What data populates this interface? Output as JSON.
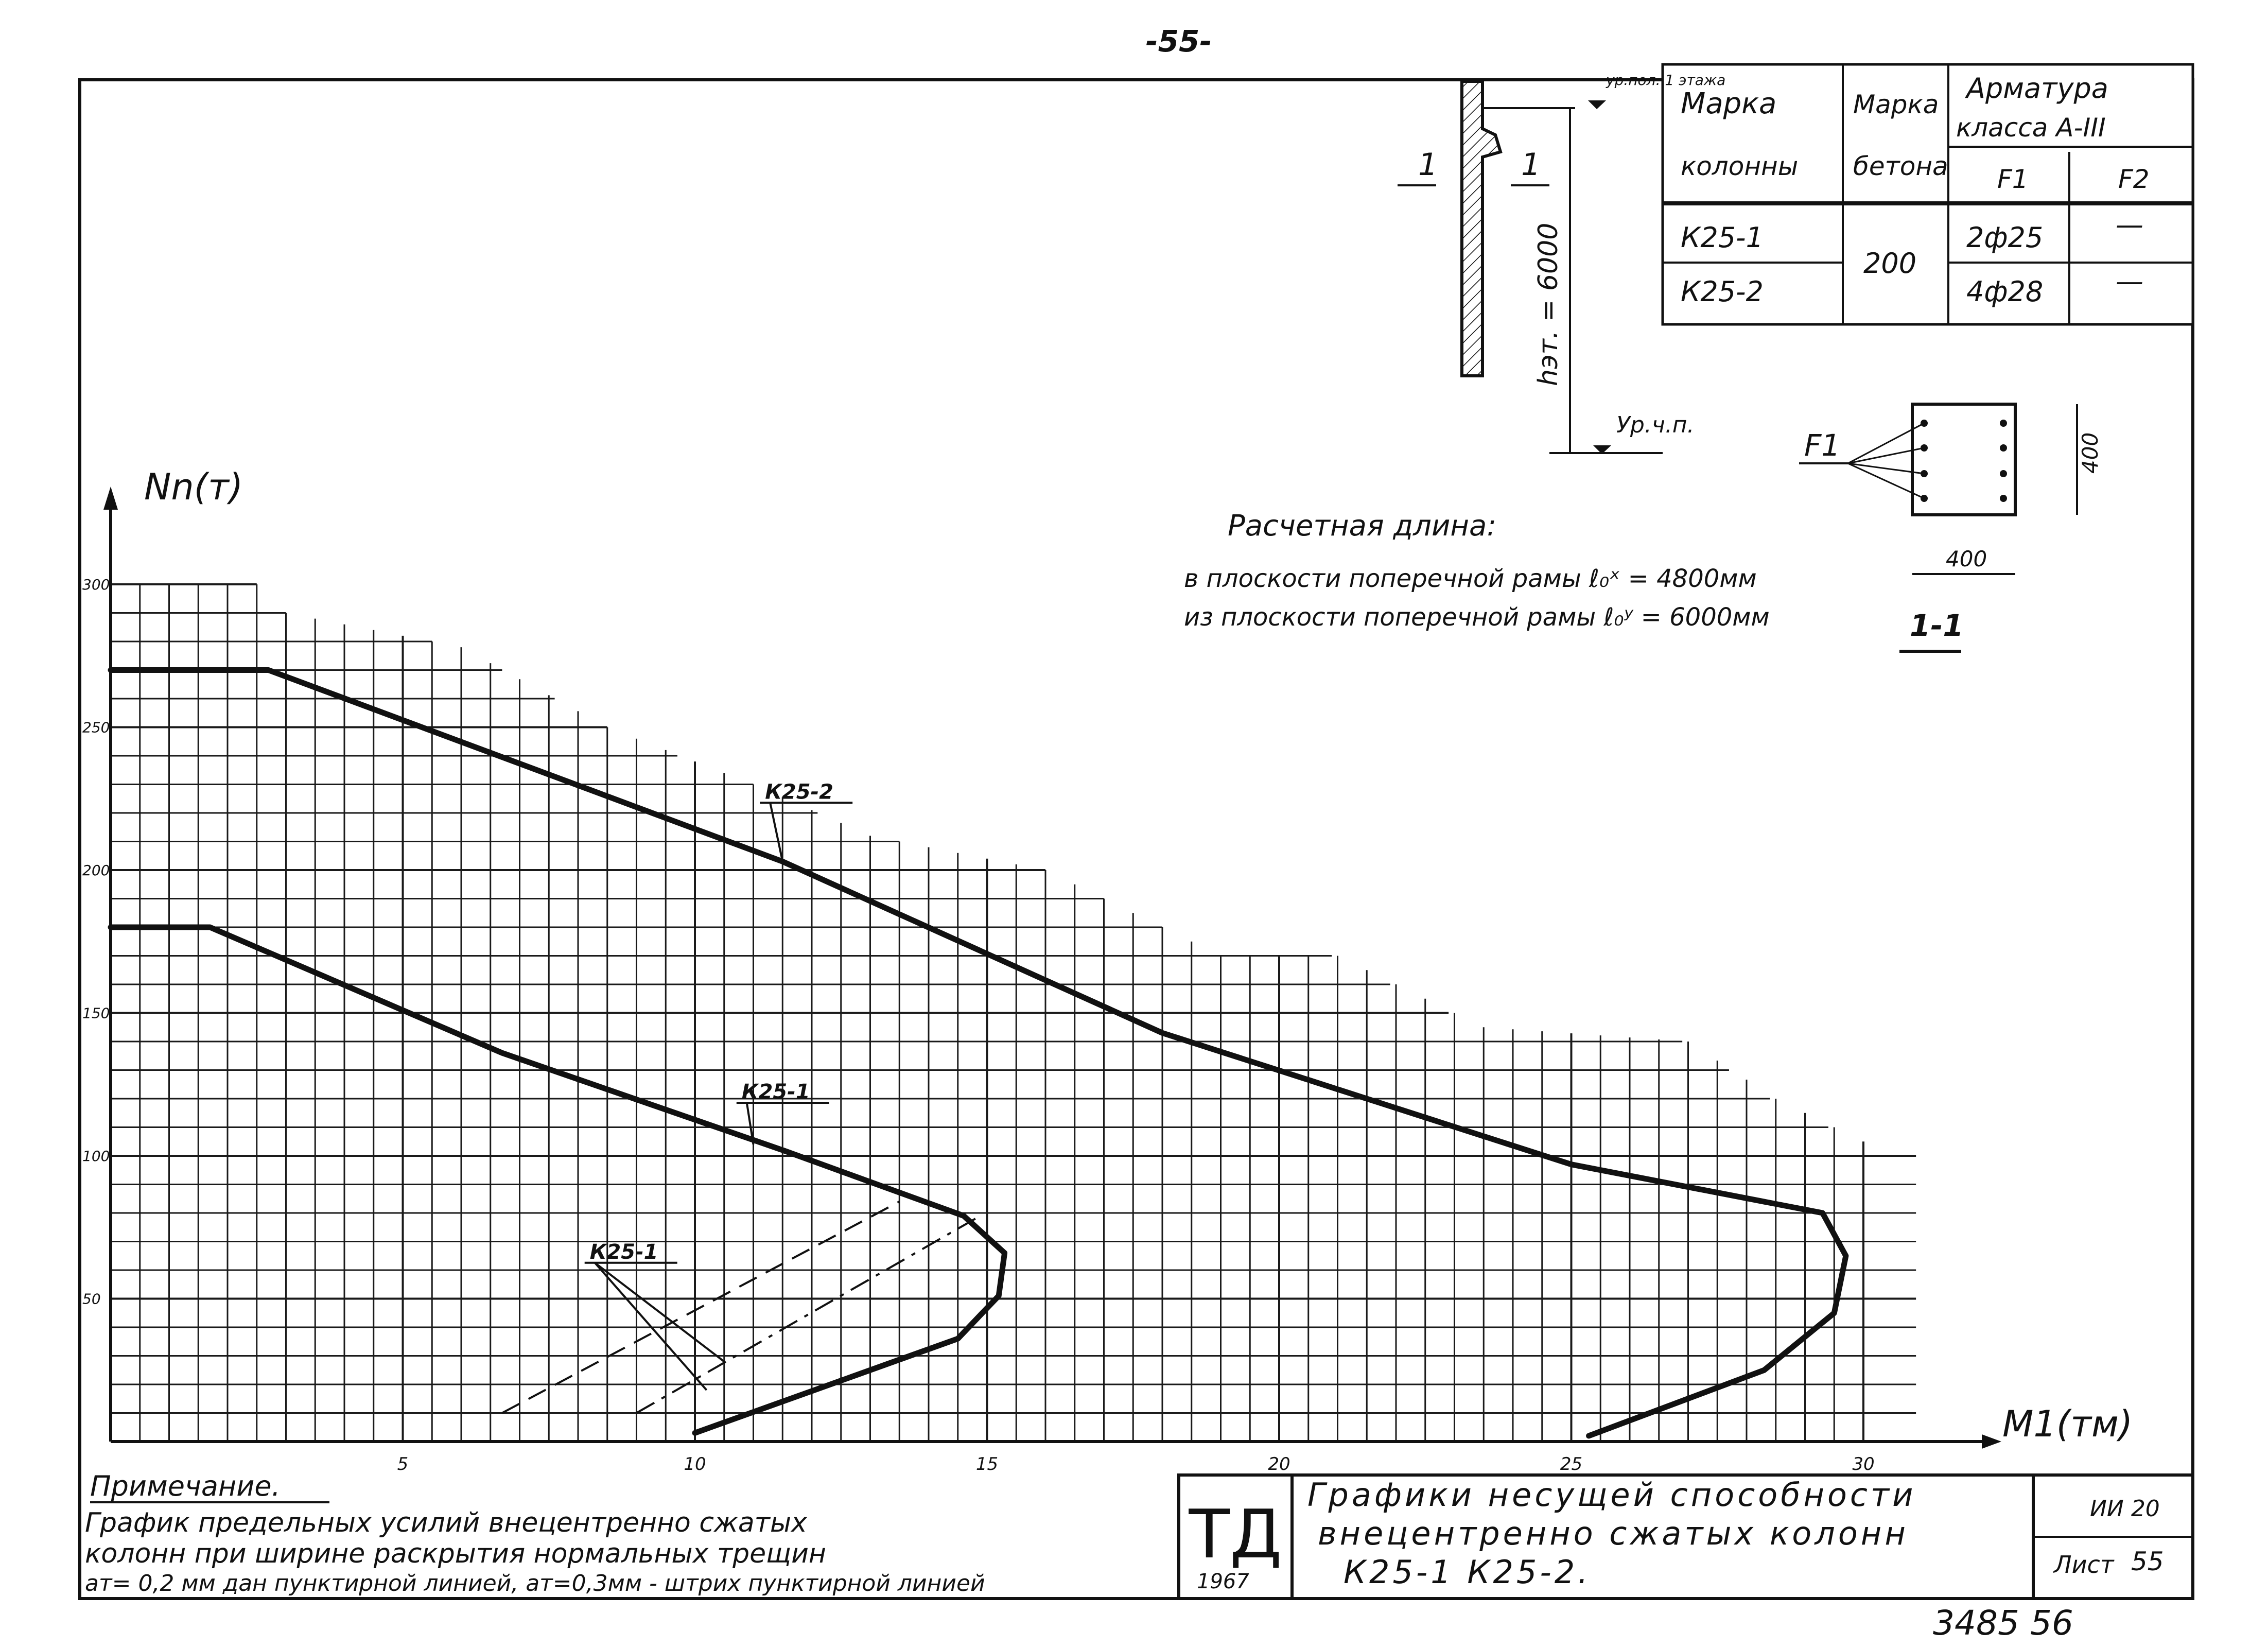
{
  "page_number": "-55-",
  "column_table": {
    "headers": {
      "column_mark": [
        "Марка",
        "колонны"
      ],
      "concrete_mark": [
        "Марка",
        "бетона"
      ],
      "reinforcement": [
        "Арматура",
        "класса А-III"
      ],
      "f1": "F1",
      "f2": "F2"
    },
    "rows": [
      {
        "column": "К25-1",
        "concrete": "200",
        "f1": "2ф25",
        "f2": "—"
      },
      {
        "column": "К25-2",
        "concrete": "200",
        "f1": "4ф28",
        "f2": "—"
      }
    ]
  },
  "elevation_sketch": {
    "section_label_left": "1",
    "section_label_right": "1",
    "top_level_label": "ур.пол. 1 этажа",
    "height_label": "hэт. = 6000",
    "bottom_level_label": "Ур.ч.п."
  },
  "cross_section": {
    "f1_label": "F1",
    "height_label": "400",
    "width_label": "400",
    "section_caption": "1-1"
  },
  "design_length": {
    "title": "Расчетная длина:",
    "line1": "в плоскости поперечной рамы ℓ₀ˣ = 4800мм",
    "line2": "из плоскости поперечной рамы ℓ₀ʸ = 6000мм"
  },
  "note": {
    "title": "Примечание.",
    "line1": "График предельных усилий внецентренно сжатых",
    "line2": "колонн при ширине раскрытия нормальных трещин",
    "line3": "aт= 0,2 мм дан пунктирной линией, aт=0,3мм - штрих пунктирной линией"
  },
  "title_block": {
    "logo": "ТД",
    "year": "1967",
    "title_line1": "Графики несущей способности",
    "title_line2": "внецентренно сжатых колонн",
    "title_line3": "К25-1   К25-2.",
    "series_code": "ИИ 20",
    "sheet_label": "Лист",
    "sheet_number": "55"
  },
  "archive_number": "3485 56",
  "chart_data": {
    "type": "line",
    "xlabel": "M1(тм)",
    "ylabel": "Nn(т)",
    "xlim": [
      0,
      31
    ],
    "ylim": [
      0,
      330
    ],
    "x_ticks": [
      5,
      10,
      15,
      20,
      25,
      30
    ],
    "y_ticks": [
      50,
      100,
      150,
      200,
      250,
      300
    ],
    "grid": true,
    "series": [
      {
        "name": "К25-2",
        "style": "solid",
        "points": [
          [
            0,
            270
          ],
          [
            2.7,
            270
          ],
          [
            11.5,
            203
          ],
          [
            18,
            143
          ],
          [
            25,
            97
          ],
          [
            29.3,
            80
          ],
          [
            29.7,
            65
          ],
          [
            29.5,
            45
          ],
          [
            28.3,
            25
          ],
          [
            25.3,
            2
          ]
        ]
      },
      {
        "name": "К25-1",
        "style": "solid",
        "points": [
          [
            0,
            180
          ],
          [
            1.7,
            180
          ],
          [
            6.7,
            136
          ],
          [
            11.5,
            102
          ],
          [
            14.6,
            79
          ],
          [
            15.3,
            66
          ],
          [
            15.2,
            51
          ],
          [
            14.5,
            36
          ],
          [
            10,
            3
          ]
        ]
      },
      {
        "name": "К25-1 ат=0,2мм",
        "style": "dashed",
        "points": [
          [
            6.7,
            10
          ],
          [
            13.5,
            84
          ]
        ]
      },
      {
        "name": "К25-1 ат=0,3мм",
        "style": "dashdot",
        "points": [
          [
            9,
            10
          ],
          [
            14.8,
            78
          ]
        ]
      }
    ],
    "annotations": [
      {
        "text": "К25-2",
        "at": [
          11.5,
          203
        ],
        "label_at": [
          11.2,
          225
        ]
      },
      {
        "text": "К25-1",
        "at": [
          11.0,
          104
        ],
        "label_at": [
          10.8,
          120
        ]
      },
      {
        "text": "К25-1",
        "at": [
          10.5,
          28
        ],
        "label_at": [
          8.2,
          64
        ]
      }
    ]
  }
}
